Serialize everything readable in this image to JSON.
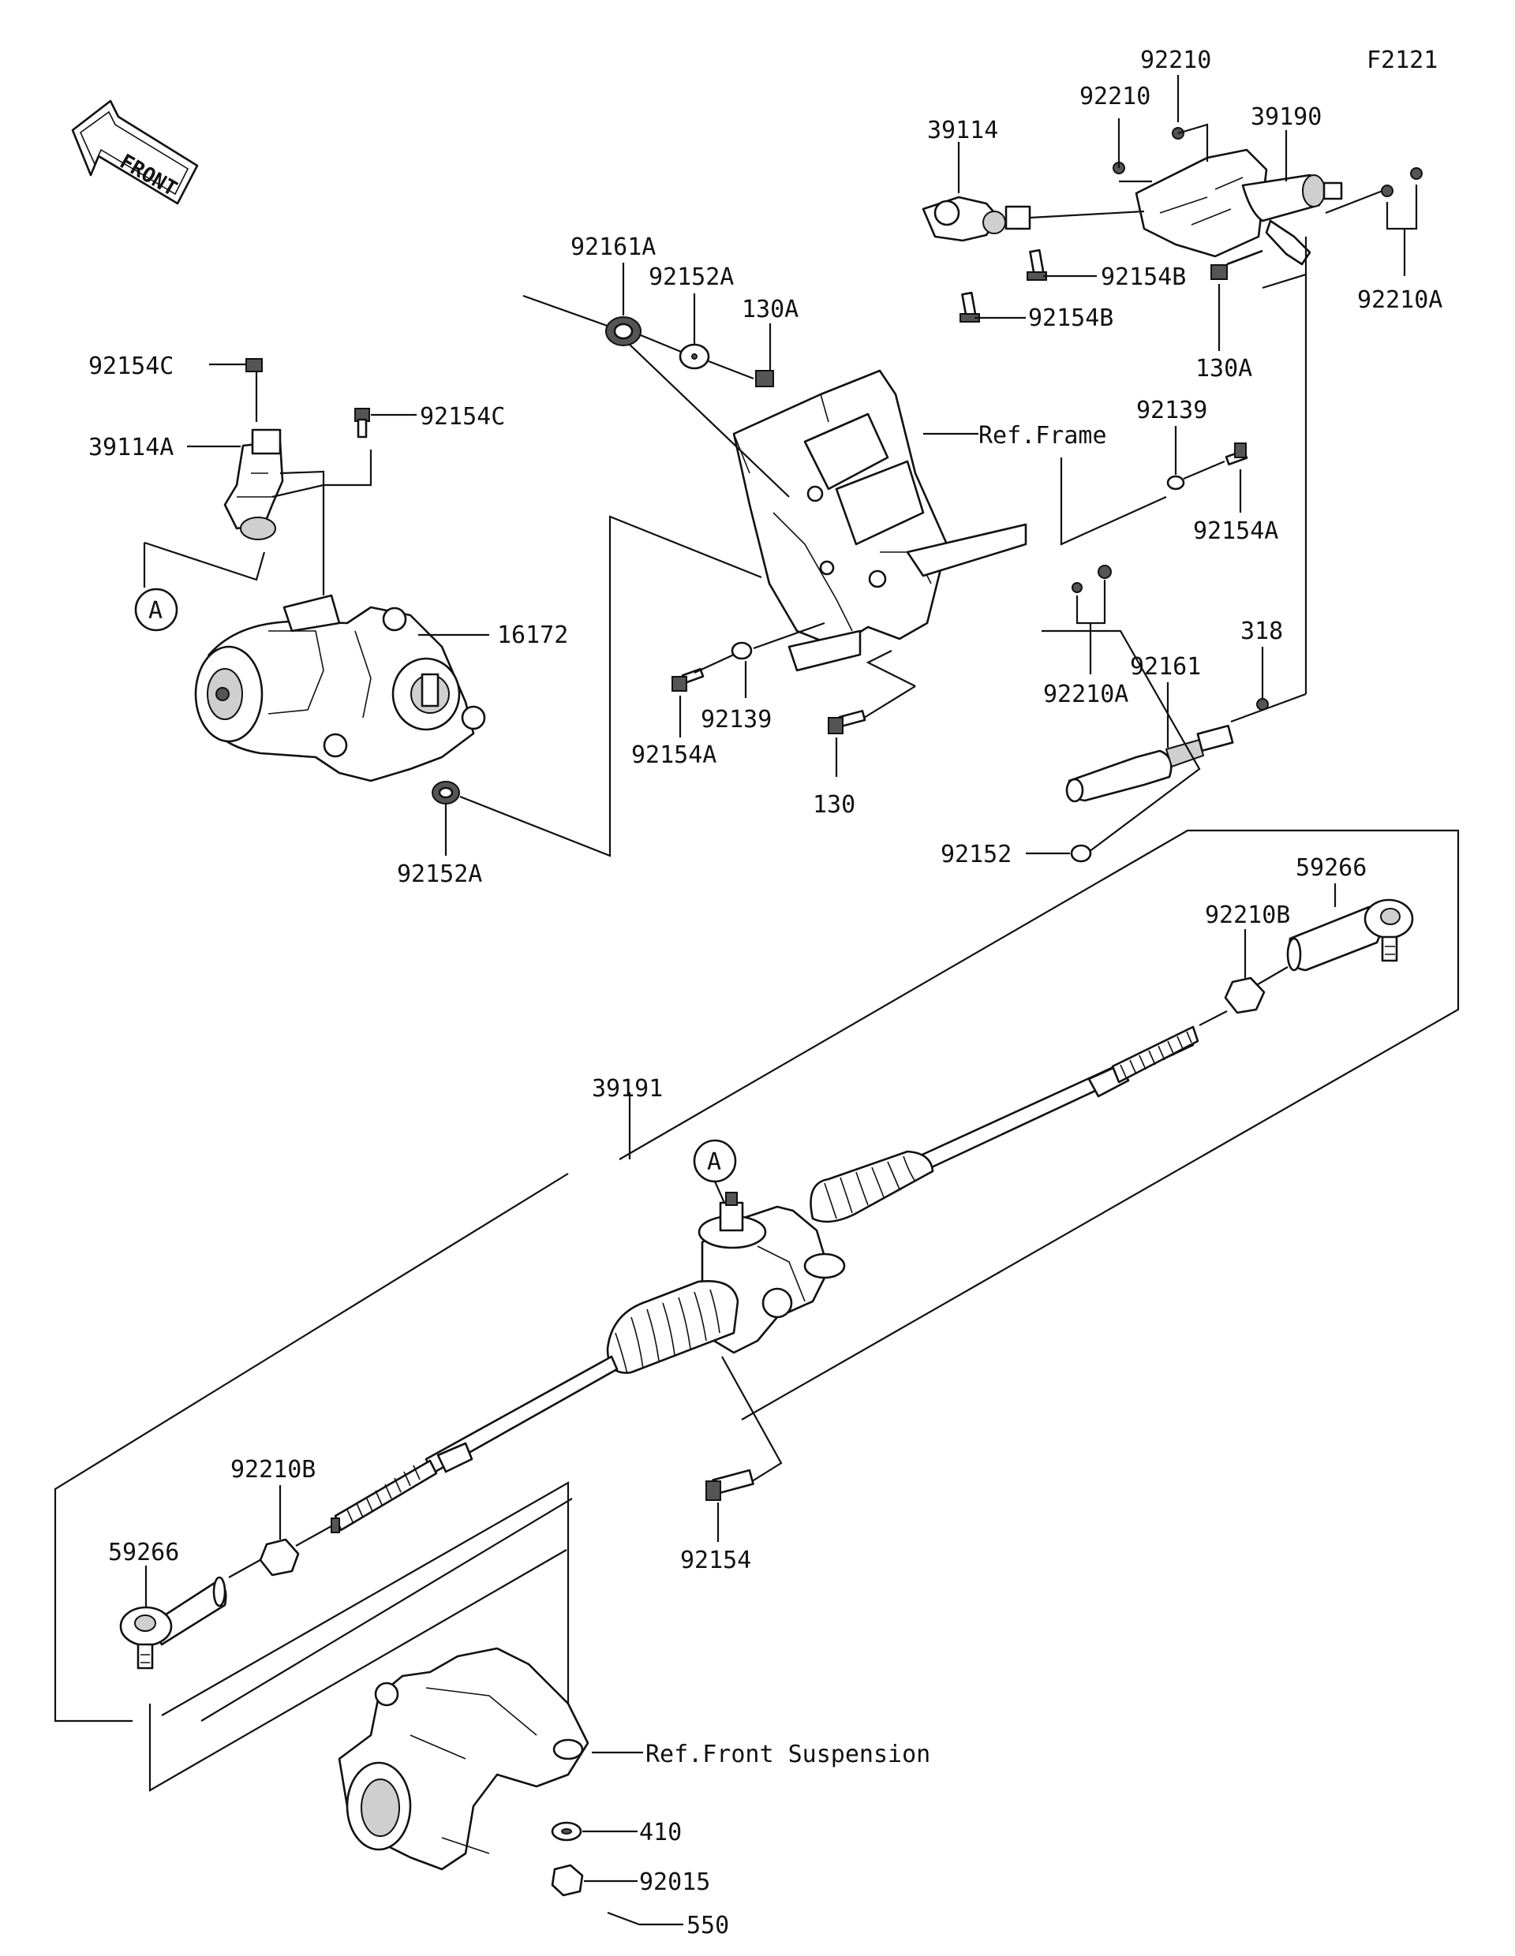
{
  "figure_code": "F2121",
  "front_arrow": {
    "text": "FRONT",
    "icon": "front-arrow-icon"
  },
  "callouts": {
    "A": "A"
  },
  "labels": {
    "p92210_top": "92210",
    "p92210_mid": "92210",
    "p39114": "39114",
    "p39190": "39190",
    "p92154B_1": "92154B",
    "p92154B_2": "92154B",
    "p92210A_1": "92210A",
    "p130A_1": "130A",
    "p92161A": "92161A",
    "p92152A_1": "92152A",
    "p130A_2": "130A",
    "p92154C_1": "92154C",
    "p92154C_2": "92154C",
    "p39114A": "39114A",
    "ref_frame": "Ref.Frame",
    "p92139_1": "92139",
    "p92154A_1": "92154A",
    "p16172": "16172",
    "p92210A_2": "92210A",
    "p92161": "92161",
    "p318": "318",
    "p92139_2": "92139",
    "p92154A_2": "92154A",
    "p130": "130",
    "p92152A_2": "92152A",
    "p92152": "92152",
    "p59266_1": "59266",
    "p92210B_1": "92210B",
    "p39191": "39191",
    "p92210B_2": "92210B",
    "p59266_2": "59266",
    "p92154": "92154",
    "ref_front_susp": "Ref.Front Suspension",
    "p410": "410",
    "p92015": "92015",
    "p550": "550"
  }
}
